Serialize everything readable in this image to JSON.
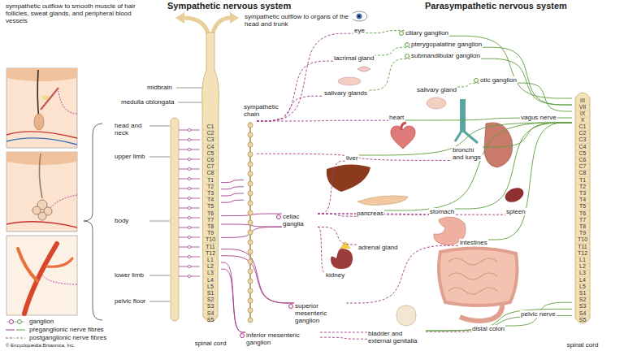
{
  "diagram": {
    "nodes": [
      {
        "text": [
          "spinal cord"
        ]
      },
      {
        "text": [
          "C1"
        ],
        "in": 0
      },
      {
        "text": [
          "C2"
        ],
        "in": 0
      },
      {
        "text": [
          "C3"
        ],
        "in": 0
      },
      {
        "text": [
          "C4"
        ],
        "in": 0
      },
      {
        "text": [
          "C5"
        ],
        "in": 0
      },
      {
        "text": [
          "C6"
        ],
        "in": 0
      },
      {
        "text": [
          "C7"
        ],
        "in": 0
      },
      {
        "text": [
          "C8"
        ],
        "in": 0
      },
      {
        "text": [
          "T1"
        ],
        "in": 0
      },
      {
        "text": [
          "T2"
        ],
        "in": 0
      },
      {
        "text": [
          "T3"
        ],
        "in": 0
      },
      {
        "text": [
          "T4"
        ],
        "in": 0
      },
      {
        "text": [
          "T5"
        ],
        "in": 0
      },
      {
        "text": [
          "T6"
        ],
        "in": 0
      },
      {
        "text": [
          "T7"
        ],
        "in": 0
      },
      {
        "text": [
          "T8"
        ],
        "in": 0
      },
      {
        "text": [
          "T9"
        ],
        "in": 0
      },
      {
        "text": [
          "T10"
        ],
        "in": 0
      },
      {
        "text": [
          "T11"
        ],
        "in": 0
      },
      {
        "text": [
          "T12"
        ],
        "in": 0
      },
      {
        "text": [
          "L1"
        ],
        "in": 0
      },
      {
        "text": [
          "L2"
        ],
        "in": 0
      },
      {
        "text": [
          "L3"
        ],
        "in": 0
      },
      {
        "text": [
          "L4"
        ],
        "in": 0
      },
      {
        "text": [
          "L5"
        ],
        "in": 0
      },
      {
        "text": [
          "S1"
        ],
        "in": 0
      },
      {
        "text": [
          "S2"
        ],
        "in": 0
      },
      {
        "text": [
          "S3"
        ],
        "in": 0
      },
      {
        "text": [
          "S4"
        ],
        "in": 0
      },
      {
        "text": [
          "S5"
        ],
        "in": 0
      },
      {
        "text": [
          "sympathetic chain"
        ]
      },
      {
        "text": [
          "celiac ganglia"
        ]
      },
      {
        "text": [
          "superior mesenteric ganglion"
        ]
      },
      {
        "text": [
          "inferior mesenteric ganglion"
        ]
      },
      {
        "text": [
          "eye"
        ]
      },
      {
        "text": [
          "ciliary ganglion"
        ]
      },
      {
        "text": [
          "pterygopalatine ganglion"
        ]
      },
      {
        "text": [
          "lacrimal gland"
        ]
      },
      {
        "text": [
          "submandibular ganglion"
        ]
      },
      {
        "text": [
          "salivary glands"
        ]
      },
      {
        "text": [
          "salivary gland"
        ]
      },
      {
        "text": [
          "otic ganglion"
        ]
      },
      {
        "text": [
          "heart"
        ]
      },
      {
        "text": [
          "bronchi and lungs"
        ]
      },
      {
        "text": [
          "liver"
        ]
      },
      {
        "text": [
          "pancreas"
        ]
      },
      {
        "text": [
          "stomach"
        ]
      },
      {
        "text": [
          "spleen"
        ]
      },
      {
        "text": [
          "adrenal gland"
        ]
      },
      {
        "text": [
          "kidney"
        ]
      },
      {
        "text": [
          "intestines"
        ]
      },
      {
        "text": [
          "bladder and external genitalia"
        ]
      },
      {
        "text": [
          "distal colon"
        ]
      },
      {
        "text": [
          "spinal cord"
        ]
      },
      {
        "text": [
          "III"
        ],
        "in": 54
      },
      {
        "text": [
          "VII"
        ],
        "in": 54
      },
      {
        "text": [
          "IX"
        ],
        "in": 54
      },
      {
        "text": [
          "X"
        ],
        "in": 54
      },
      {
        "text": [
          "C1"
        ],
        "in": 54
      },
      {
        "text": [
          "C2"
        ],
        "in": 54
      },
      {
        "text": [
          "C3"
        ],
        "in": 54
      },
      {
        "text": [
          "C4"
        ],
        "in": 54
      },
      {
        "text": [
          "C5"
        ],
        "in": 54
      },
      {
        "text": [
          "C6"
        ],
        "in": 54
      },
      {
        "text": [
          "C7"
        ],
        "in": 54
      },
      {
        "text": [
          "C8"
        ],
        "in": 54
      },
      {
        "text": [
          "T1"
        ],
        "in": 54
      },
      {
        "text": [
          "T2"
        ],
        "in": 54
      },
      {
        "text": [
          "T3"
        ],
        "in": 54
      },
      {
        "text": [
          "T4"
        ],
        "in": 54
      },
      {
        "text": [
          "T5"
        ],
        "in": 54
      },
      {
        "text": [
          "T6"
        ],
        "in": 54
      },
      {
        "text": [
          "T7"
        ],
        "in": 54
      },
      {
        "text": [
          "T8"
        ],
        "in": 54
      },
      {
        "text": [
          "T9"
        ],
        "in": 54
      },
      {
        "text": [
          "T10"
        ],
        "in": 54
      },
      {
        "text": [
          "T11"
        ],
        "in": 54
      },
      {
        "text": [
          "T12"
        ],
        "in": 54
      },
      {
        "text": [
          "L1"
        ],
        "in": 54
      },
      {
        "text": [
          "L2"
        ],
        "in": 54
      },
      {
        "text": [
          "L3"
        ],
        "in": 54
      },
      {
        "text": [
          "L4"
        ],
        "in": 54
      },
      {
        "text": [
          "L5"
        ],
        "in": 54
      },
      {
        "text": [
          "S1"
        ],
        "in": 54
      },
      {
        "text": [
          "S2"
        ],
        "in": 54
      },
      {
        "text": [
          "S3"
        ],
        "in": 54
      },
      {
        "text": [
          "S4"
        ],
        "in": 54
      },
      {
        "text": [
          "S5"
        ],
        "in": 54
      }
    ],
    "edges": [
      {
        "from": 9,
        "to": 31,
        "arrow": "none"
      },
      {
        "from": 10,
        "to": 31,
        "arrow": "none"
      },
      {
        "from": 11,
        "to": 31,
        "arrow": "none"
      },
      {
        "from": 12,
        "to": 31,
        "arrow": "none"
      },
      {
        "from": 14,
        "to": 32,
        "arrow": "none"
      },
      {
        "from": 16,
        "to": 32,
        "arrow": "none"
      },
      {
        "from": 18,
        "to": 32,
        "arrow": "none"
      },
      {
        "from": 19,
        "to": 33,
        "arrow": "none"
      },
      {
        "from": 20,
        "to": 33,
        "arrow": "none"
      },
      {
        "from": 21,
        "to": 34,
        "arrow": "none"
      },
      {
        "from": 22,
        "to": 34,
        "arrow": "none"
      },
      {
        "from": 31,
        "to": 35,
        "arrow": "none"
      },
      {
        "from": 31,
        "to": 38,
        "arrow": "none"
      },
      {
        "from": 31,
        "to": 40,
        "arrow": "none"
      },
      {
        "from": 31,
        "to": 43,
        "arrow": "none"
      },
      {
        "from": 31,
        "to": 44,
        "arrow": "none"
      },
      {
        "from": 32,
        "to": 45,
        "arrow": "none"
      },
      {
        "from": 32,
        "to": 46,
        "arrow": "none"
      },
      {
        "from": 32,
        "to": 47,
        "arrow": "none"
      },
      {
        "from": 32,
        "to": 48,
        "arrow": "none"
      },
      {
        "from": 32,
        "to": 49,
        "arrow": "none"
      },
      {
        "from": 32,
        "to": 50,
        "arrow": "none"
      },
      {
        "from": 33,
        "to": 51,
        "arrow": "none"
      },
      {
        "from": 34,
        "to": 53,
        "arrow": "none"
      },
      {
        "from": 34,
        "to": 52,
        "arrow": "none"
      },
      {
        "from": 55,
        "to": 36,
        "arrow": "none"
      },
      {
        "from": 56,
        "to": 37,
        "arrow": "none"
      },
      {
        "from": 56,
        "to": 39,
        "arrow": "none"
      },
      {
        "from": 57,
        "to": 42,
        "arrow": "none"
      },
      {
        "from": 58,
        "to": 43,
        "label": "vagus nerve",
        "arrow": "none"
      },
      {
        "from": 58,
        "to": 44,
        "arrow": "none"
      },
      {
        "from": 58,
        "to": 45,
        "arrow": "none"
      },
      {
        "from": 58,
        "to": 47,
        "arrow": "none"
      },
      {
        "from": 58,
        "to": 46,
        "arrow": "none"
      },
      {
        "from": 58,
        "to": 51,
        "arrow": "none"
      },
      {
        "from": 85,
        "to": 53,
        "label": "pelvic nerve",
        "arrow": "none"
      },
      {
        "from": 86,
        "to": 52,
        "arrow": "none"
      },
      {
        "from": 87,
        "to": 52,
        "arrow": "none"
      },
      {
        "from": 36,
        "to": 35,
        "arrow": "none"
      },
      {
        "from": 37,
        "to": 38,
        "arrow": "none"
      },
      {
        "from": 39,
        "to": 40,
        "arrow": "none"
      },
      {
        "from": 42,
        "to": 41,
        "arrow": "none"
      }
    ],
    "labels": [
      "Sympathetic nervous system",
      "Parasympathetic nervous system",
      "sympathetic outflow to smooth muscle of hair follicles, sweat glands, and peripheral blood vessels",
      "sympathetic outflow to organs of the head and trunk",
      "midbrain",
      "medulla oblongata",
      "head and neck",
      "upper limb",
      "body",
      "lower limb",
      "pelvic floor",
      "© Encyclopædia Britannica, Inc."
    ],
    "legend": [
      {
        "text": "ganglion"
      },
      {
        "text": "preganglionic nerve fibres"
      },
      {
        "text": "postganglionic nerve fibres"
      }
    ]
  }
}
